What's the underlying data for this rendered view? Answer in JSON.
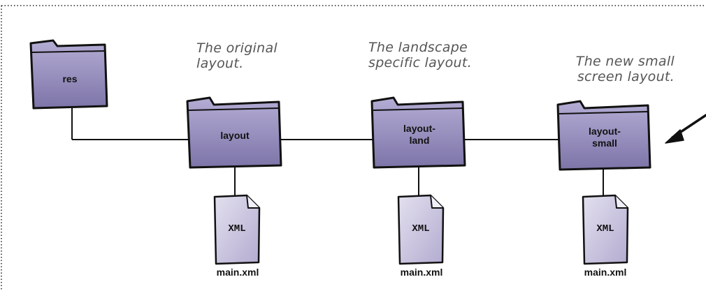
{
  "folders": {
    "res": {
      "label": "res"
    },
    "layout": {
      "label": "layout"
    },
    "layout_land": {
      "label": "layout-\nland"
    },
    "layout_small": {
      "label": "layout-\nsmall"
    }
  },
  "files": {
    "layout": {
      "tag": "XML",
      "name": "main.xml"
    },
    "layout_land": {
      "tag": "XML",
      "name": "main.xml"
    },
    "layout_small": {
      "tag": "XML",
      "name": "main.xml"
    }
  },
  "notes": {
    "original": "The original\nlayout.",
    "landscape": "The landscape\nspecific layout.",
    "small": "The new small\nscreen layout."
  },
  "colors": {
    "folder_fill": "#8b82b4",
    "folder_light": "#b4add4",
    "doc_fill": "#c9c4de",
    "line": "#111111"
  }
}
